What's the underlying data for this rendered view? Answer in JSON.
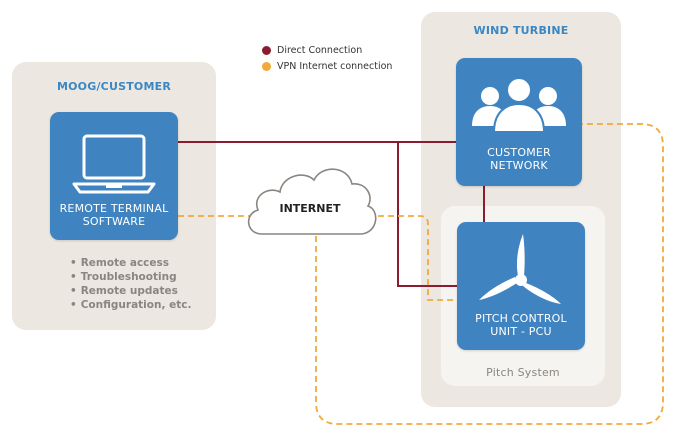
{
  "legend": {
    "items": [
      {
        "label": "Direct Connection",
        "color": "#8b1b2e"
      },
      {
        "label": "VPN Internet connection",
        "color": "#f2a93b"
      }
    ]
  },
  "left_panel": {
    "title": "MOOG/CUSTOMER",
    "box": {
      "line1": "REMOTE TERMINAL",
      "line2": "SOFTWARE",
      "icon": "laptop-icon"
    },
    "features": [
      "Remote access",
      "Troubleshooting",
      "Remote updates",
      "Configuration, etc."
    ]
  },
  "right_panel": {
    "title": "WIND TURBINE",
    "customer_box": {
      "line1": "CUSTOMER",
      "line2": "NETWORK",
      "icon": "users-icon"
    },
    "pitch_system": {
      "title": "Pitch System",
      "pcu_box": {
        "line1": "PITCH CONTROL",
        "line2": "UNIT - PCU",
        "icon": "wind-turbine-icon"
      }
    }
  },
  "internet": {
    "label": "INTERNET",
    "icon": "cloud-icon"
  },
  "colors": {
    "accent": "#3f84c1",
    "panel": "#ece7e1",
    "direct": "#8b1b2e",
    "vpn": "#f2a93b"
  }
}
